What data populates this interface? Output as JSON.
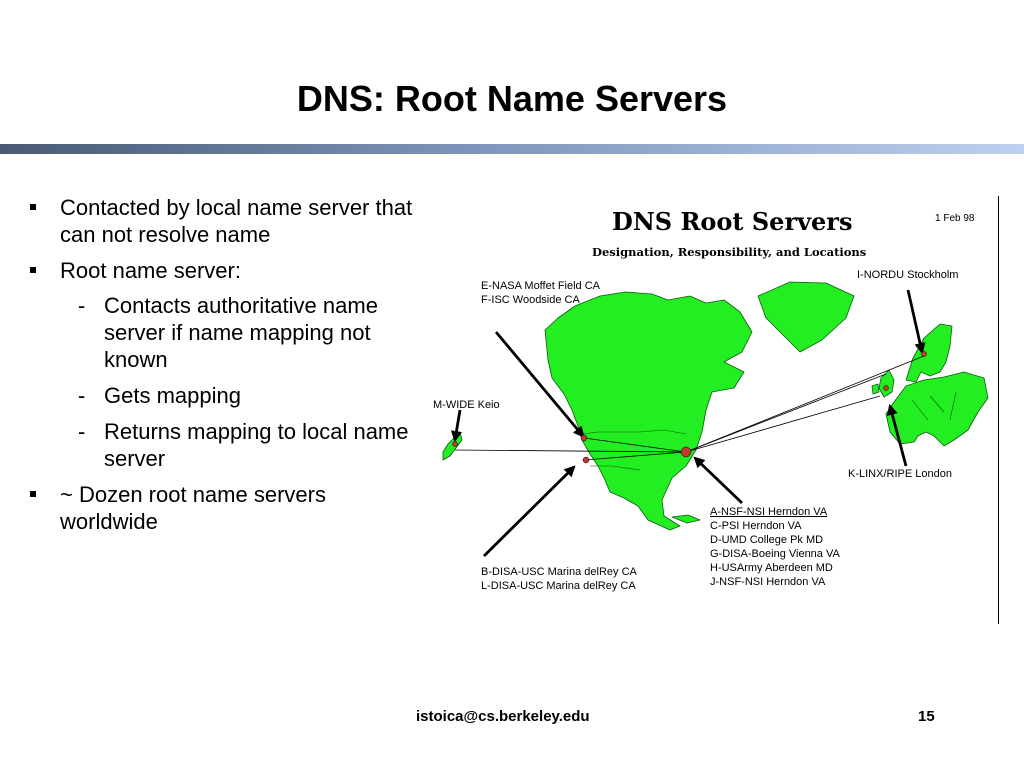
{
  "slide": {
    "title": "DNS: Root Name Servers",
    "bullets": {
      "b1": "Contacted by local name server that can not resolve name",
      "b2": "Root name server:",
      "b2_sub": [
        "Contacts authoritative name server if name mapping not known",
        "Gets mapping",
        "Returns mapping to local name server"
      ],
      "b3": "~ Dozen root name servers worldwide"
    }
  },
  "map": {
    "title": "DNS Root Servers",
    "subtitle": "Designation, Responsibility, and Locations",
    "date": "1 Feb 98",
    "labels": {
      "west": [
        "E-NASA Moffet Field CA",
        "F-ISC Woodside CA"
      ],
      "europe_north": "I-NORDU Stockholm",
      "japan": "M-WIDE Keio",
      "london": "K-LINX/RIPE London",
      "east": [
        "A-NSF-NSI Herndon VA",
        "C-PSI Herndon VA",
        "D-UMD College Pk MD",
        "G-DISA-Boeing Vienna VA",
        "H-USArmy Aberdeen MD",
        "J-NSF-NSI Herndon VA"
      ],
      "southwest": [
        "B-DISA-USC Marina delRey CA",
        "L-DISA-USC Marina delRey CA"
      ]
    },
    "land_color": "#22ee22",
    "marker_color": "#c0392b"
  },
  "footer": {
    "email": "istoica@cs.berkeley.edu",
    "page": "15"
  }
}
